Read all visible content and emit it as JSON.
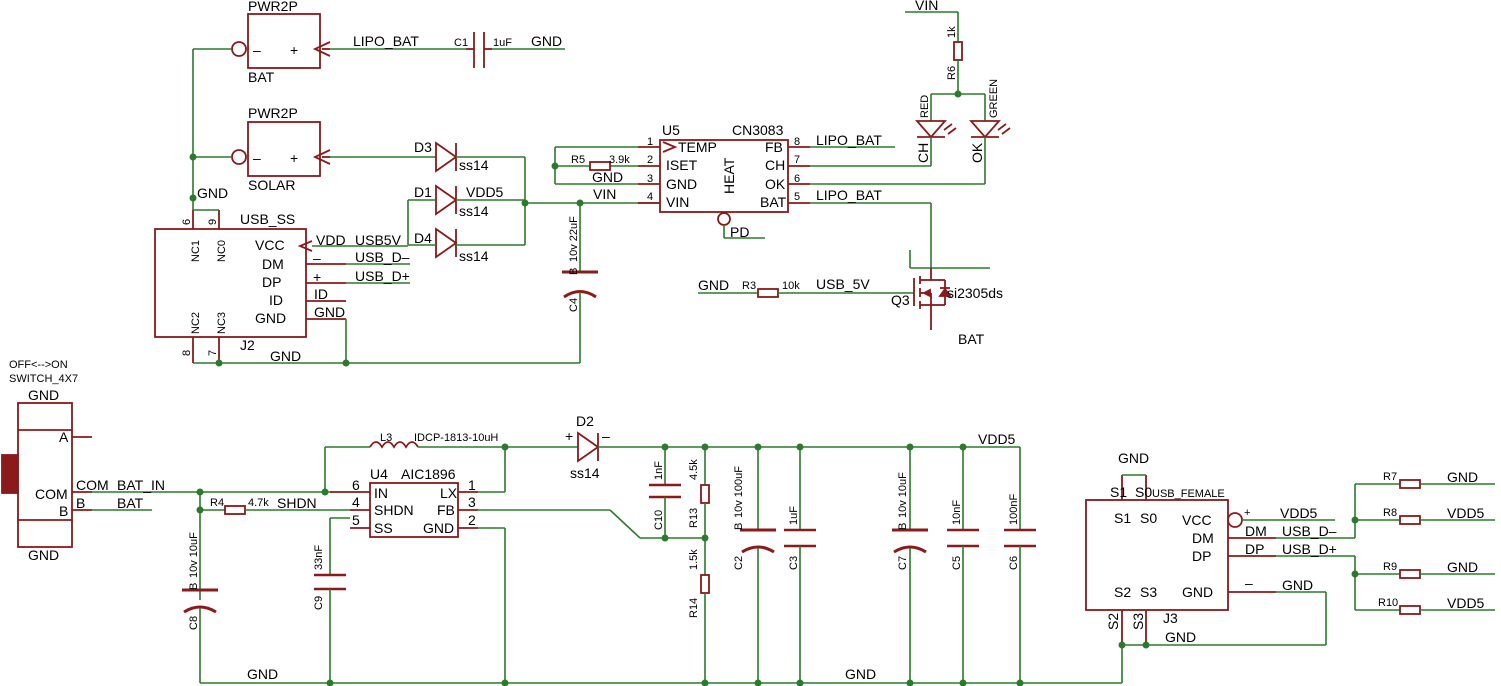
{
  "pwr_bat": {
    "name": "PWR2P",
    "label": "BAT",
    "minus": "–",
    "plus": "+"
  },
  "pwr_solar": {
    "name": "PWR2P",
    "label": "SOLAR",
    "minus": "–",
    "plus": "+"
  },
  "c1": {
    "name": "C1",
    "value": "1uF"
  },
  "vin_top": "VIN",
  "r6": {
    "name": "R6",
    "value": "1k"
  },
  "led_red": {
    "color": "RED",
    "net": "CH"
  },
  "led_green": {
    "color": "GREEN",
    "net": "OK"
  },
  "u5": {
    "name": "U5",
    "part": "CN3083",
    "heat": "HEAT",
    "left_pins": [
      {
        "num": "1",
        "name": "TEMP"
      },
      {
        "num": "2",
        "name": "ISET"
      },
      {
        "num": "3",
        "name": "GND"
      },
      {
        "num": "4",
        "name": "VIN"
      }
    ],
    "right_pins": [
      {
        "num": "8",
        "name": "FB"
      },
      {
        "num": "7",
        "name": "CH"
      },
      {
        "num": "6",
        "name": "OK"
      },
      {
        "num": "5",
        "name": "BAT"
      }
    ],
    "pd": "PD"
  },
  "r5": {
    "name": "R5",
    "value": "3.9k"
  },
  "diodes_top": [
    {
      "name": "D3",
      "value": "ss14"
    },
    {
      "name": "D1",
      "value": "ss14"
    },
    {
      "name": "D4",
      "value": "ss14"
    }
  ],
  "j2": {
    "name": "J2",
    "part": "USB_SS",
    "top_pins": [
      {
        "num": "6",
        "name": "NC1"
      },
      {
        "num": "9",
        "name": "NC0"
      }
    ],
    "bot_pins": [
      {
        "num": "8",
        "name": "NC2"
      },
      {
        "num": "7",
        "name": "NC3"
      }
    ],
    "right_pins": [
      "VCC",
      "DM",
      "DP",
      "ID",
      "GND"
    ]
  },
  "c4": {
    "name": "C4",
    "value": "10v  22uF",
    "pol": "B"
  },
  "r3": {
    "name": "R3",
    "value": "10k"
  },
  "q3": {
    "name": "Q3",
    "value": "si2305ds"
  },
  "nets": {
    "gnd": "GND",
    "vdd": "VDD",
    "vdd5": "VDD5",
    "usb5v": "USB5V",
    "usb_dm": "USB_D–",
    "usb_dp": "USB_D+",
    "id": "ID",
    "vin": "VIN",
    "lipo_bat": "LIPO_BAT",
    "usb_5v": "USB_5V",
    "bat": "BAT",
    "bat_in": "BAT_IN",
    "shdn": "SHDN",
    "minus": "–",
    "plus": "+"
  },
  "switch": {
    "title": "OFF<-->ON",
    "part": "SWITCH_4X7",
    "pin_a": "A",
    "pin_com": "COM",
    "pin_b": "B"
  },
  "r4": {
    "name": "R4",
    "value": "4.7k"
  },
  "l3": {
    "name": "L3",
    "value": "IDCP-1813-10uH"
  },
  "d2": {
    "name": "D2",
    "value": "ss14",
    "plus": "+",
    "minus": "–"
  },
  "u4": {
    "name": "U4",
    "part": "AIC1896",
    "left_pins": [
      {
        "num": "6",
        "name": "IN"
      },
      {
        "num": "4",
        "name": "SHDN"
      },
      {
        "num": "5",
        "name": "SS"
      }
    ],
    "right_pins": [
      {
        "num": "1",
        "name": "LX"
      },
      {
        "num": "3",
        "name": "FB"
      },
      {
        "num": "2",
        "name": "GND"
      }
    ]
  },
  "bottom_caps": [
    {
      "name": "C8",
      "value": "10v  10uF",
      "pol": "B"
    },
    {
      "name": "C9",
      "value": "33nF"
    },
    {
      "name": "C10",
      "value": "1nF"
    },
    {
      "name": "C2",
      "value": "10v  100uF",
      "pol": "B"
    },
    {
      "name": "C3",
      "value": "1uF"
    },
    {
      "name": "C7",
      "value": "10v  10uF",
      "pol": "B"
    },
    {
      "name": "C5",
      "value": "10nF"
    },
    {
      "name": "C6",
      "value": "100nF"
    }
  ],
  "r13": {
    "name": "R13",
    "value": "4.5k"
  },
  "r14": {
    "name": "R14",
    "value": "1.5k"
  },
  "j3": {
    "name": "J3",
    "part": "USB_FEMALE",
    "top_pins": [
      "S1",
      "S0"
    ],
    "bot_pins": [
      "S2",
      "S3"
    ],
    "right_pins": [
      "VCC",
      "DM",
      "DP",
      "GND"
    ],
    "outer_top": [
      "S1",
      "S0"
    ],
    "outer_bot": [
      "S2",
      "S3"
    ],
    "net_dm": "DM",
    "net_dp": "DP"
  },
  "right_res": [
    {
      "name": "R7",
      "net": "GND"
    },
    {
      "name": "R8",
      "net": "VDD5"
    },
    {
      "name": "R9",
      "net": "GND"
    },
    {
      "name": "R10",
      "net": "VDD5"
    }
  ]
}
